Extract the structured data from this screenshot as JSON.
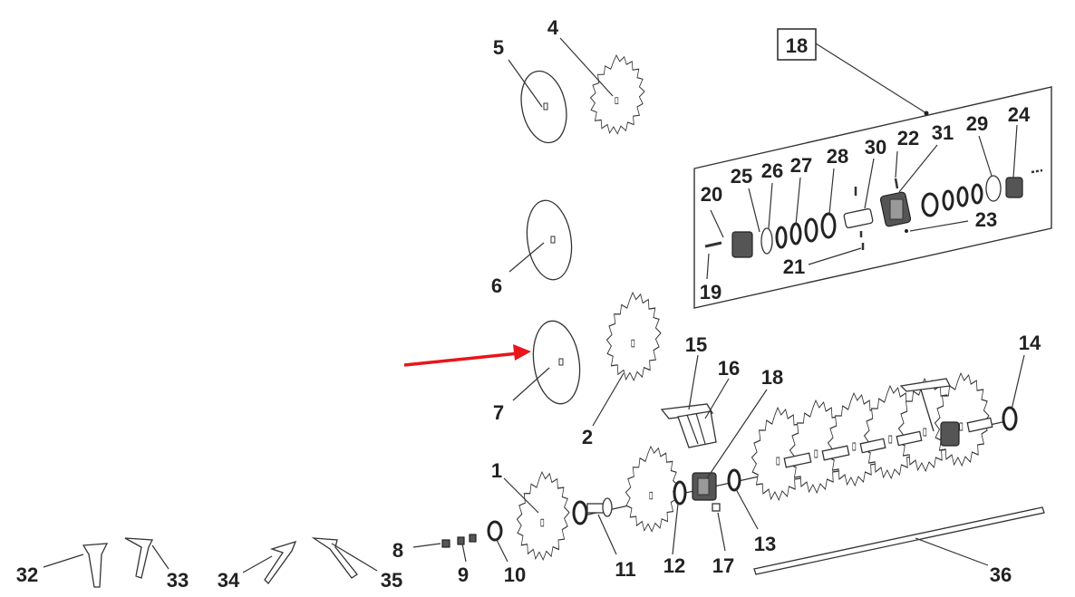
{
  "arrow_color": "#e8151b",
  "labels": {
    "p1": "1",
    "p2": "2",
    "p4": "4",
    "p5": "5",
    "p6": "6",
    "p7": "7",
    "p8": "8",
    "p9": "9",
    "p10": "10",
    "p11": "11",
    "p12": "12",
    "p13": "13",
    "p14": "14",
    "p15": "15",
    "p16": "16",
    "p17": "17",
    "p18": "18",
    "p18box": "18",
    "p19": "19",
    "p20": "20",
    "p21": "21",
    "p22": "22",
    "p23": "23",
    "p24": "24",
    "p25": "25",
    "p26": "26",
    "p27": "27",
    "p28": "28",
    "p29": "29",
    "p30": "30",
    "p31": "31",
    "p32": "32",
    "p33": "33",
    "p34": "34",
    "p35": "35",
    "p36": "36"
  }
}
